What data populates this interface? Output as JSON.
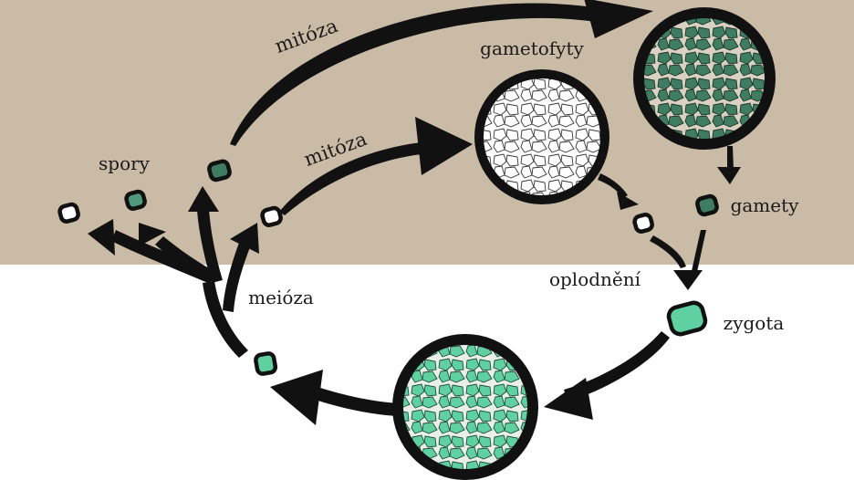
{
  "labels": {
    "mitosis_top": "mitóza",
    "mitosis_mid": "mitóza",
    "gametophytes": "gametofyty",
    "spores": "spory",
    "gametes": "gamety",
    "fertilization": "oplodnění",
    "zygote": "zygota",
    "meiosis": "meióza"
  },
  "colors": {
    "haploid_background": "#c9bba5",
    "diploid_background": "#ffffff",
    "outline": "#111111",
    "dark_green": "#3f7d62",
    "light_green": "#5fd0a0",
    "white_cell": "#ffffff"
  }
}
